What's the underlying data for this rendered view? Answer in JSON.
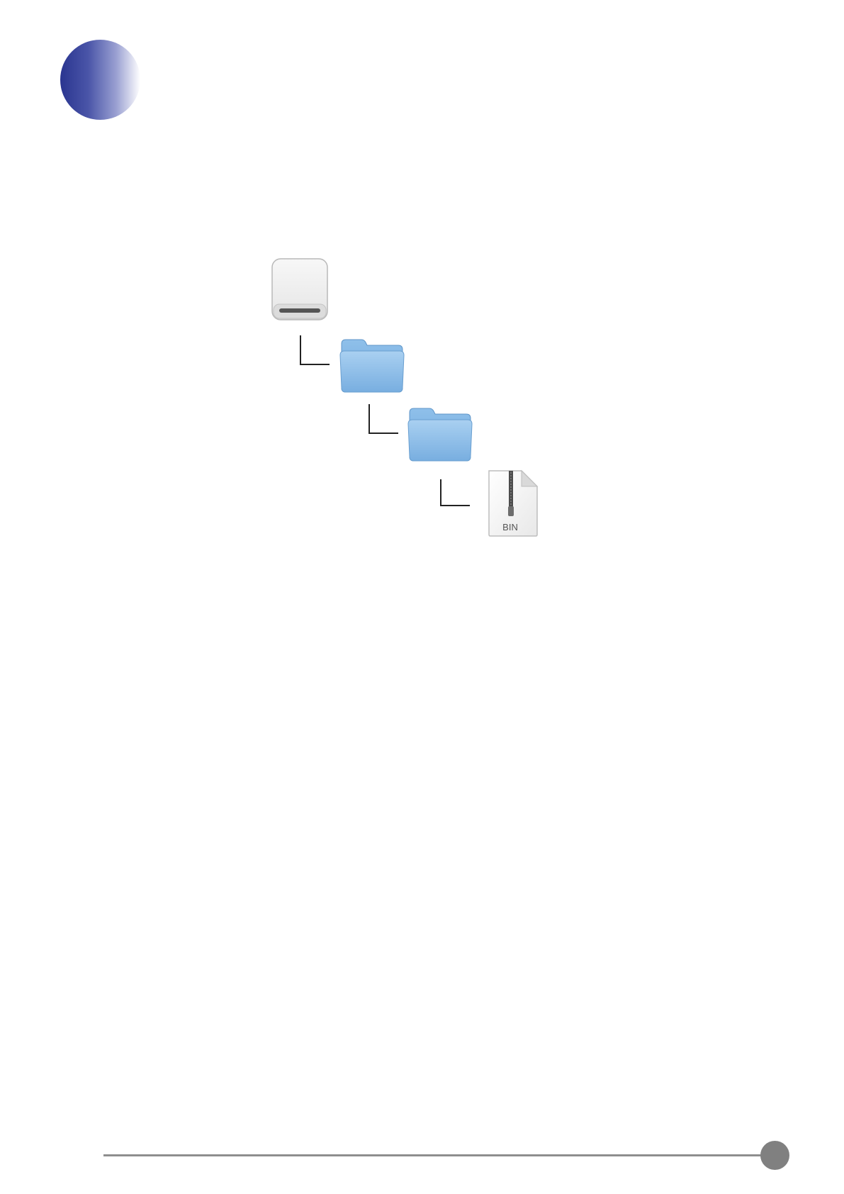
{
  "header": {
    "badge_icon": "section-ball-icon",
    "badge_colors": [
      "#2a3590",
      "#ffffff"
    ]
  },
  "file_tree": {
    "items": [
      {
        "icon": "removable-drive-icon",
        "level": 0
      },
      {
        "icon": "folder-icon",
        "level": 1,
        "color": "#7fb3e3"
      },
      {
        "icon": "folder-icon",
        "level": 2,
        "color": "#7fb3e3"
      },
      {
        "icon": "bin-archive-file-icon",
        "level": 3,
        "label": "BIN"
      }
    ]
  },
  "footer": {
    "rule_color": "#8e8e8e",
    "page_dot_color": "#808080"
  }
}
